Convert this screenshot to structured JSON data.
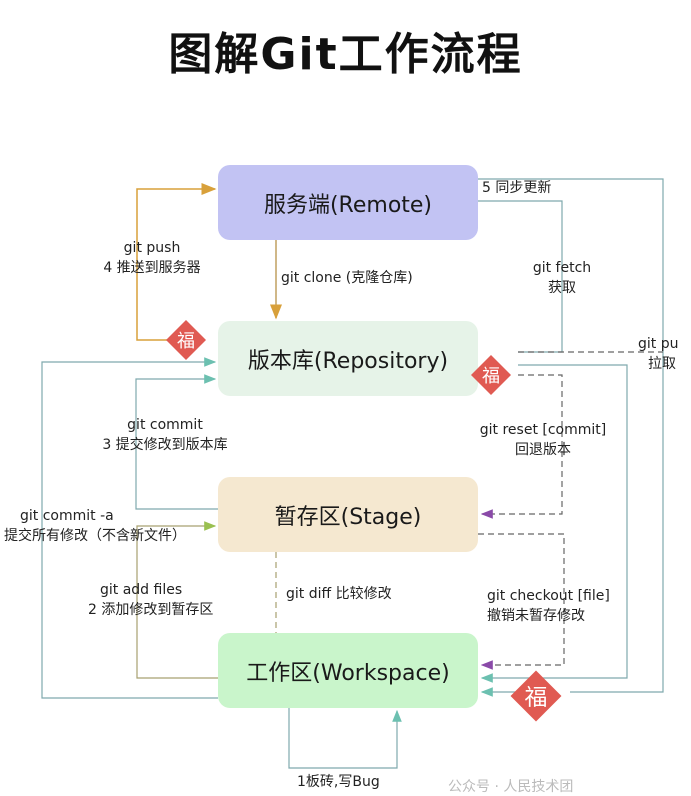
{
  "title": "图解Git工作流程",
  "nodes": {
    "remote": "服务端(Remote)",
    "repository": "版本库(Repository)",
    "stage": "暂存区(Stage)",
    "workspace": "工作区(Workspace)"
  },
  "edges": {
    "push": {
      "cmd": "git  push",
      "desc": "4 推送到服务器"
    },
    "clone": {
      "cmd": "git  clone (克隆仓库)"
    },
    "sync": {
      "desc": "5 同步更新"
    },
    "fetch": {
      "cmd": "git fetch",
      "desc": "获取"
    },
    "pull": {
      "cmd": "git pu",
      "desc": "拉取"
    },
    "commit": {
      "cmd": "git  commit",
      "desc": "3 提交修改到版本库"
    },
    "commit_a": {
      "cmd": "git  commit -a",
      "desc": "提交所有修改（不含新文件）"
    },
    "reset": {
      "cmd": "git reset [commit]",
      "desc": "回退版本"
    },
    "add": {
      "cmd": "git  add files",
      "desc": "2 添加修改到暂存区"
    },
    "diff": {
      "cmd": "git  diff  比较修改"
    },
    "checkout": {
      "cmd": "git checkout [file]",
      "desc": "撤销未暂存修改"
    },
    "work": {
      "desc": "1板砖,写Bug"
    }
  },
  "decorations": {
    "fu_char": "福"
  },
  "watermark": "公众号 · 人民技术团",
  "colors": {
    "remote_fill": "#c2c3f3",
    "repo_fill": "#e6f3e8",
    "stage_fill": "#f5e8d0",
    "work_fill": "#c9f5cb",
    "push_line": "#d8a03a",
    "teal_line": "#7fa9ad",
    "teal_arrow": "#6cc0b0",
    "olive_line": "#a8a070",
    "green_arrow": "#9ac050",
    "purple_arrow": "#8a4aa8",
    "dashed_line": "#666666",
    "fu_red": "#e05a52"
  }
}
